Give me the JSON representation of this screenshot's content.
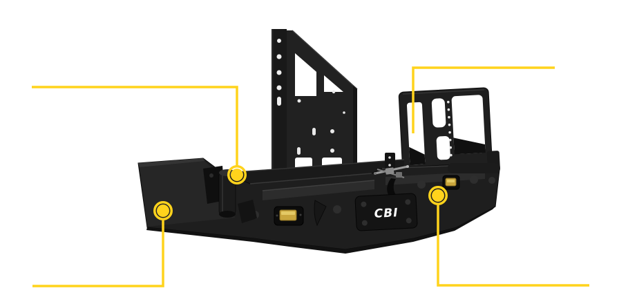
{
  "brand": {
    "logo_text": "CBI"
  },
  "colors": {
    "background": "#FFFFFF",
    "accent_yellow": "#FFD31C",
    "product_body": "#1E1E1E",
    "product_shadow": "#121212",
    "product_highlight": "#2E2E2E",
    "amber_lens": "#C9A63D"
  },
  "hotspots": [
    {
      "name": "swing-arm-pivot-hotspot",
      "marker": "yellow-ring-dot"
    },
    {
      "name": "bumper-end-cap-hotspot",
      "marker": "yellow-ring-dot"
    },
    {
      "name": "rear-light-hotspot",
      "marker": "yellow-ring-dot"
    }
  ],
  "callouts": [
    {
      "name": "callout-left",
      "connects_to": "swing-arm-pivot-hotspot"
    },
    {
      "name": "callout-top-right",
      "connects_to": "accessory-rack"
    },
    {
      "name": "callout-bottom-left",
      "connects_to": "bumper-end-cap-hotspot"
    },
    {
      "name": "callout-bottom-right",
      "connects_to": "rear-light-hotspot"
    }
  ]
}
